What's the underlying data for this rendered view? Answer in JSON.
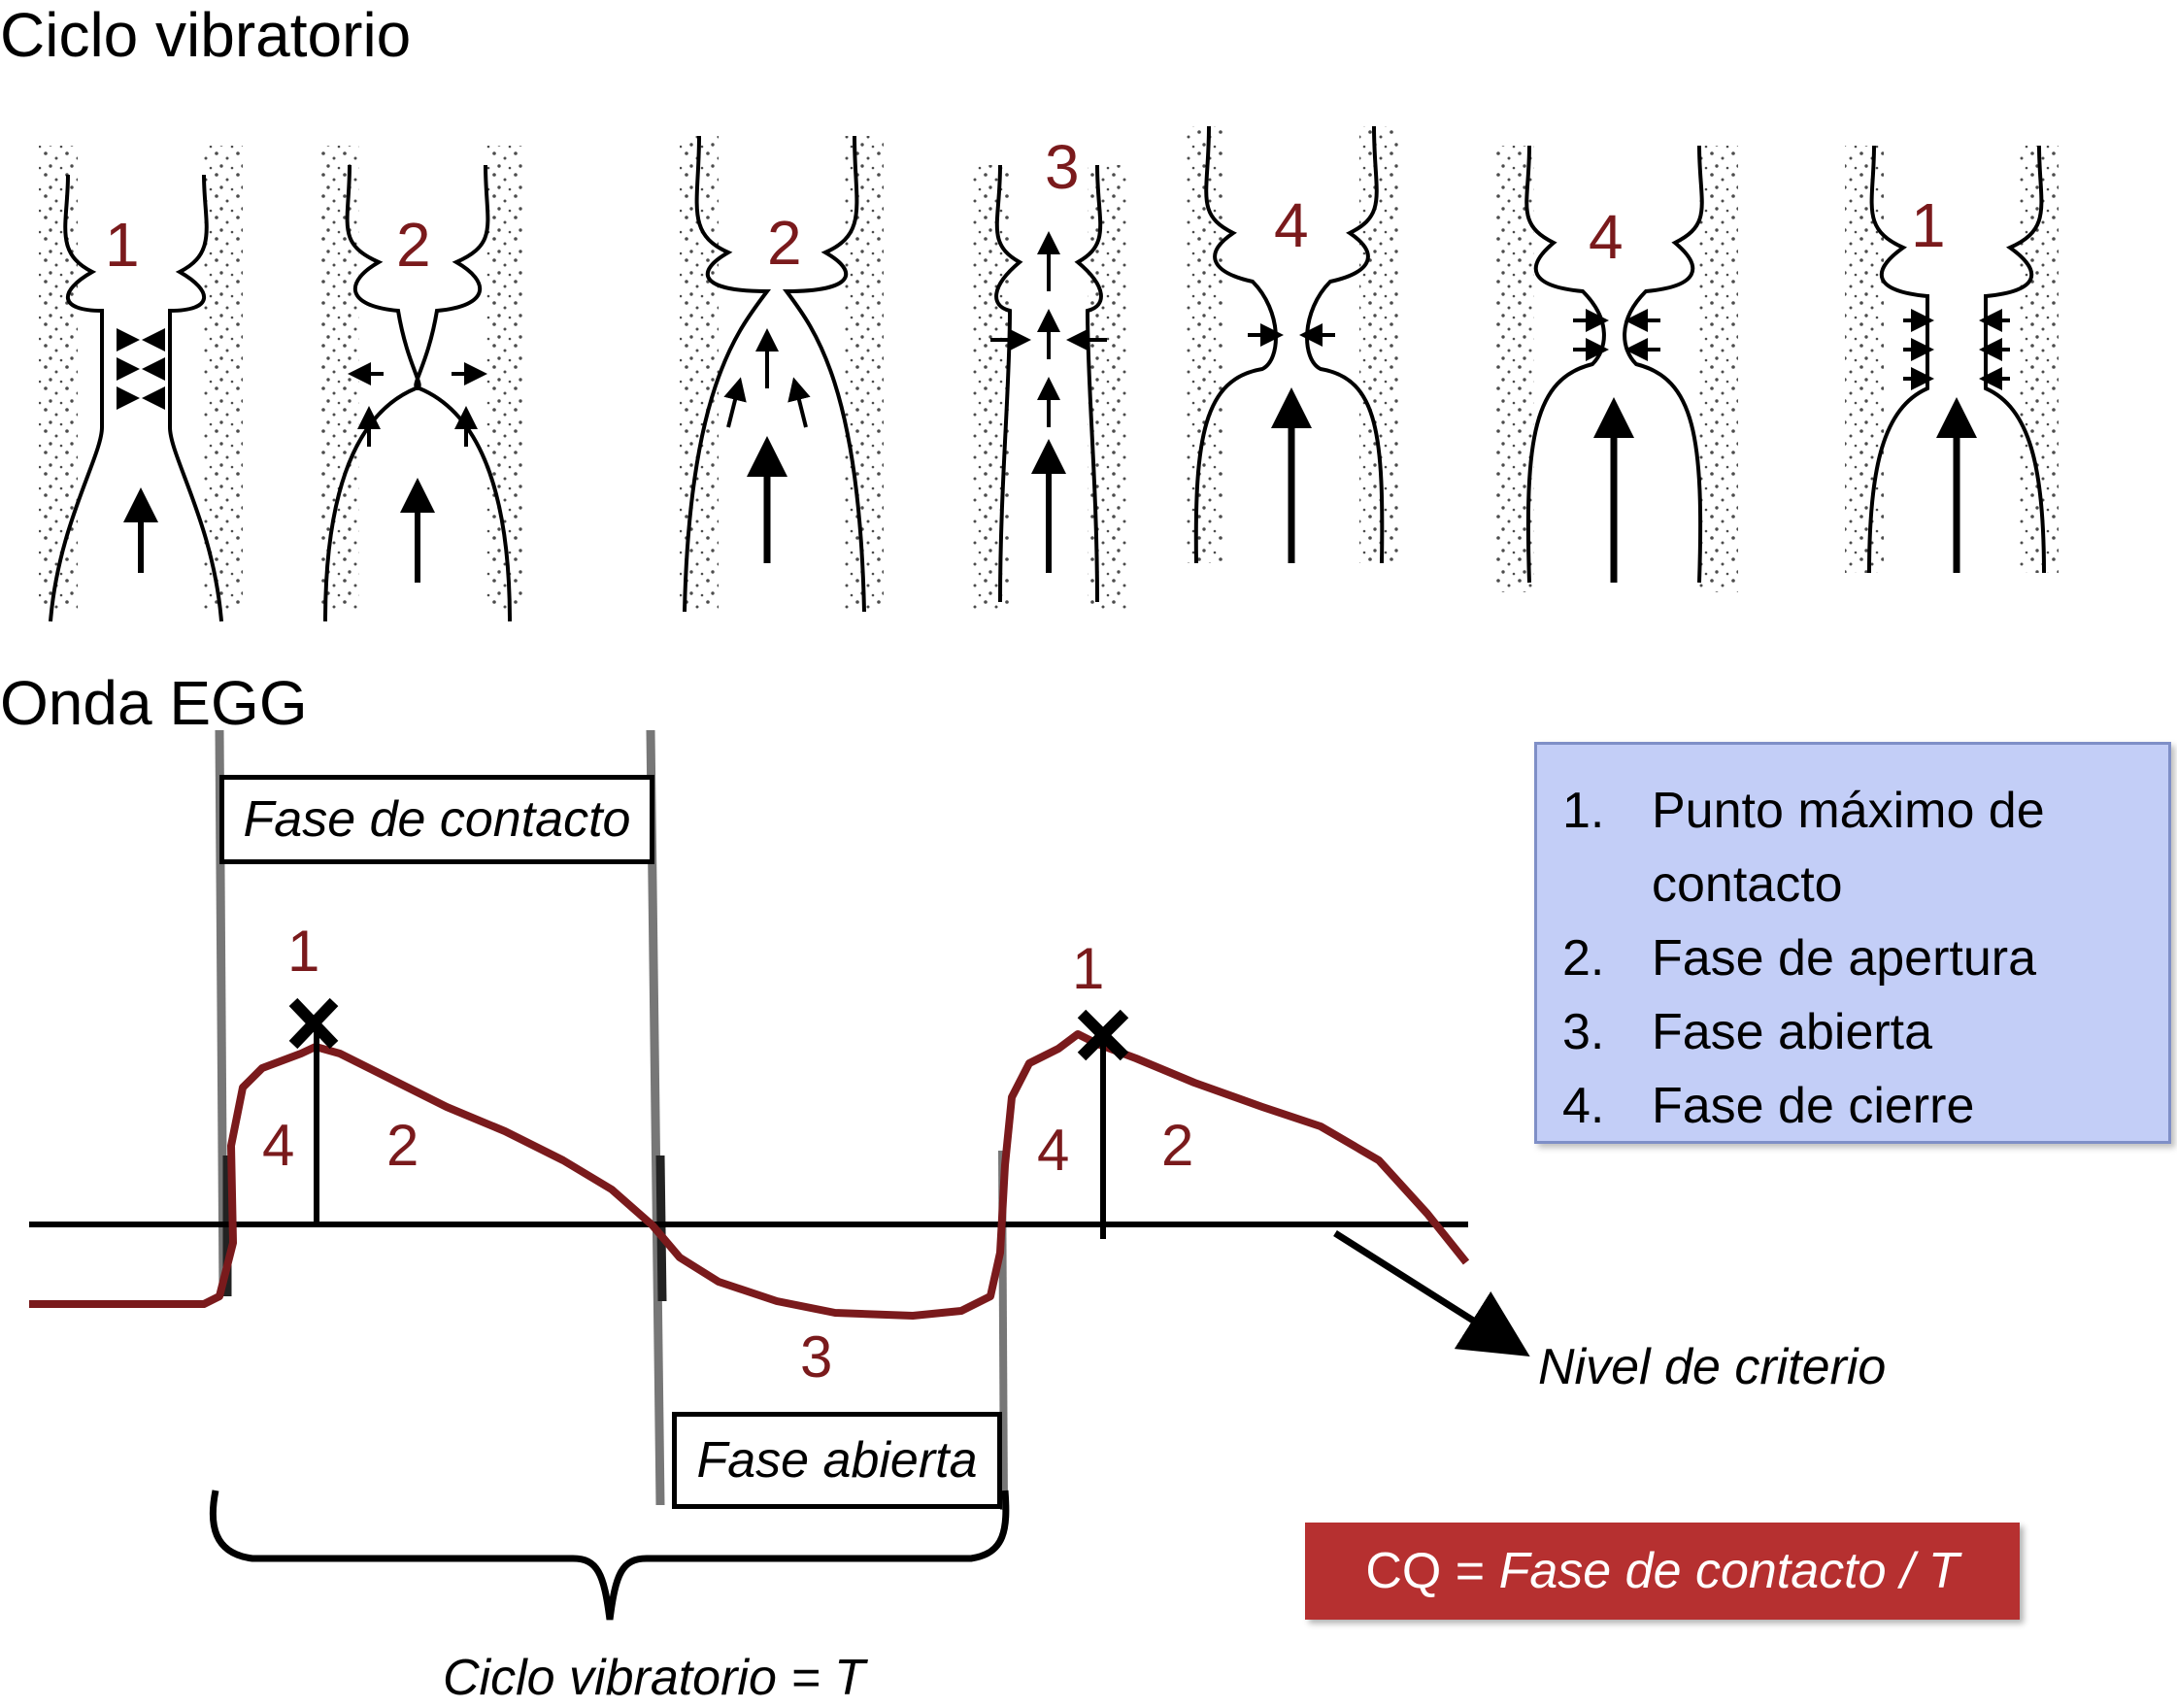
{
  "titles": {
    "vibratory_cycle": "Ciclo vibratorio",
    "egg_wave": "Onda EGG"
  },
  "phase_labels": [
    "1",
    "2",
    "2",
    "3",
    "4",
    "4",
    "1"
  ],
  "wave_labels": {
    "peak_a": "1",
    "closing_a": "4",
    "opening_a": "2",
    "open": "3",
    "peak_b": "1",
    "closing_b": "4",
    "opening_b": "2"
  },
  "boxes": {
    "contact_phase": "Fase de contacto",
    "open_phase": "Fase abierta"
  },
  "legend": [
    {
      "num": "1.",
      "text": "Punto máximo de contacto"
    },
    {
      "num": "2.",
      "text": "Fase de apertura"
    },
    {
      "num": "3.",
      "text": "Fase abierta"
    },
    {
      "num": "4.",
      "text": "Fase de cierre"
    }
  ],
  "criterion_label": "Nivel de criterio",
  "cq_formula": {
    "prefix": "CQ = ",
    "italic": "Fase de contacto / T"
  },
  "cycle_label": "Ciclo vibratorio = T",
  "colors": {
    "waveform": "#7a1a1c",
    "legend_bg": "#c3cef7",
    "cq_bg": "#b63030"
  }
}
